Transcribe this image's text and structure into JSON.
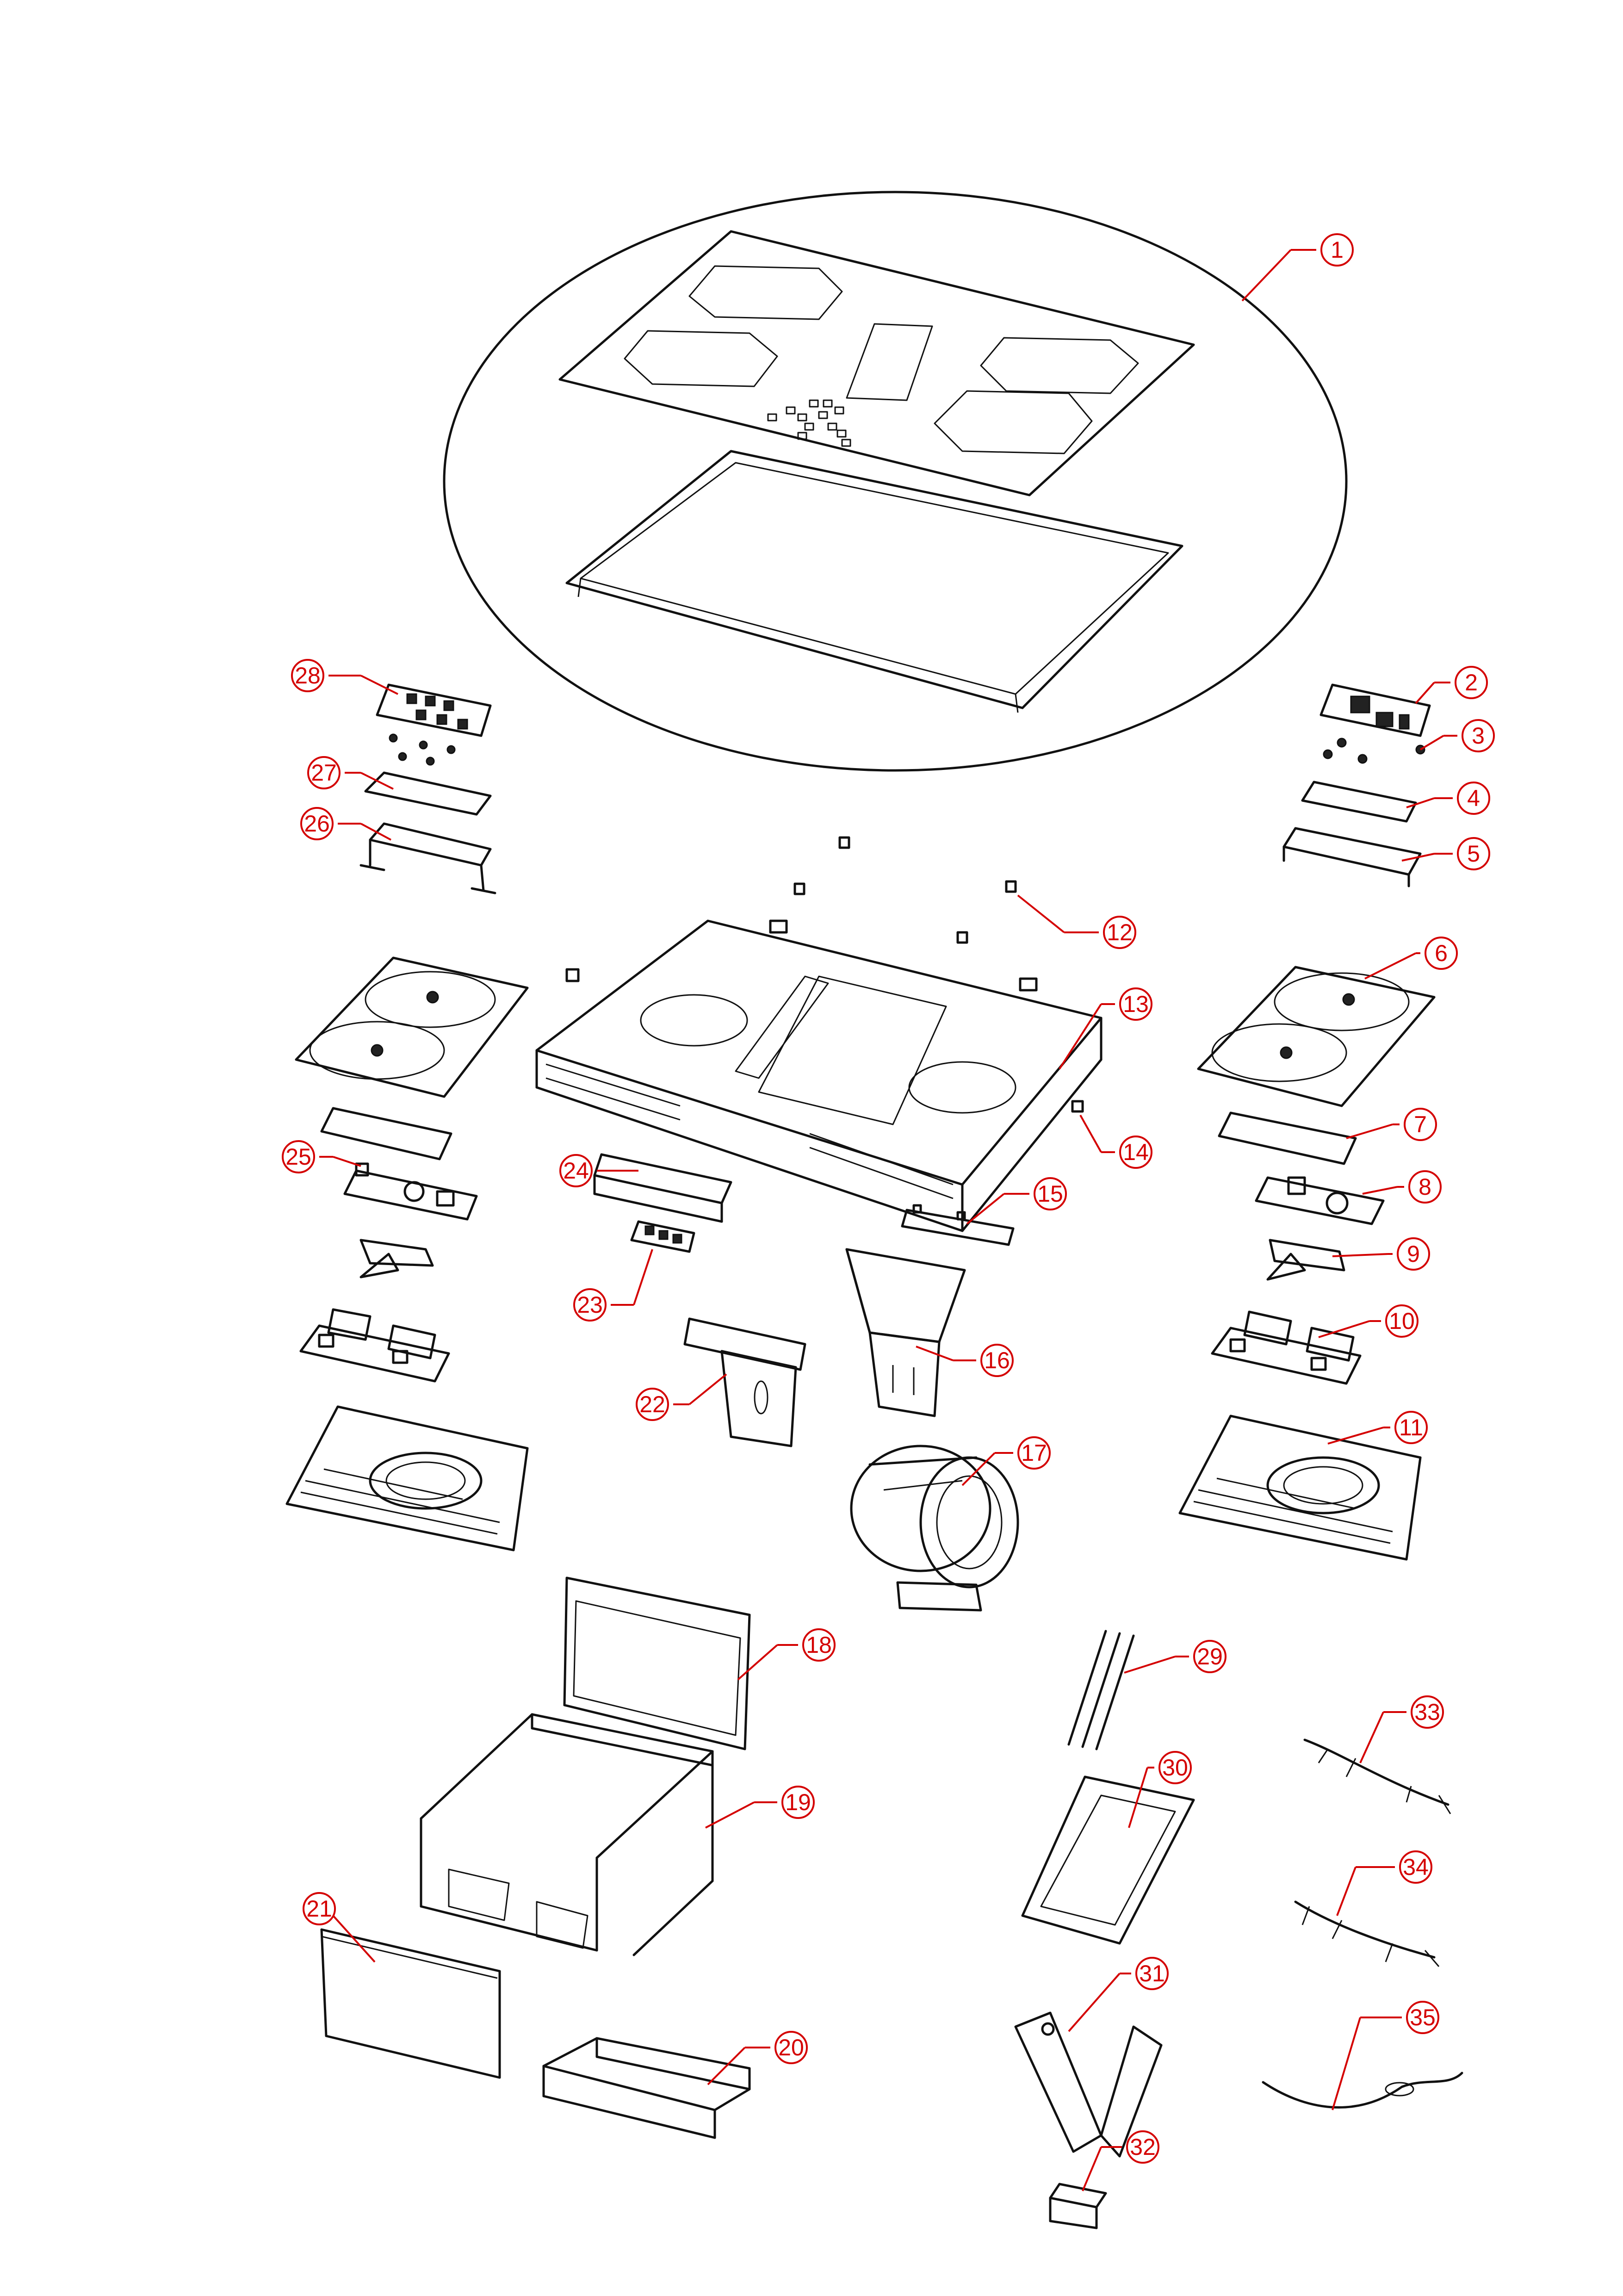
{
  "colors": {
    "callout": "#d40000",
    "line": "#111111",
    "background": "#ffffff"
  },
  "callouts": [
    {
      "label": "1"
    },
    {
      "label": "2"
    },
    {
      "label": "3"
    },
    {
      "label": "4"
    },
    {
      "label": "5"
    },
    {
      "label": "6"
    },
    {
      "label": "7"
    },
    {
      "label": "8"
    },
    {
      "label": "9"
    },
    {
      "label": "10"
    },
    {
      "label": "11"
    },
    {
      "label": "12"
    },
    {
      "label": "13"
    },
    {
      "label": "14"
    },
    {
      "label": "15"
    },
    {
      "label": "16"
    },
    {
      "label": "17"
    },
    {
      "label": "18"
    },
    {
      "label": "19"
    },
    {
      "label": "20"
    },
    {
      "label": "21"
    },
    {
      "label": "22"
    },
    {
      "label": "23"
    },
    {
      "label": "24"
    },
    {
      "label": "25"
    },
    {
      "label": "26"
    },
    {
      "label": "27"
    },
    {
      "label": "28"
    },
    {
      "label": "29"
    },
    {
      "label": "30"
    },
    {
      "label": "31"
    },
    {
      "label": "32"
    },
    {
      "label": "33"
    },
    {
      "label": "34"
    },
    {
      "label": "35"
    }
  ]
}
